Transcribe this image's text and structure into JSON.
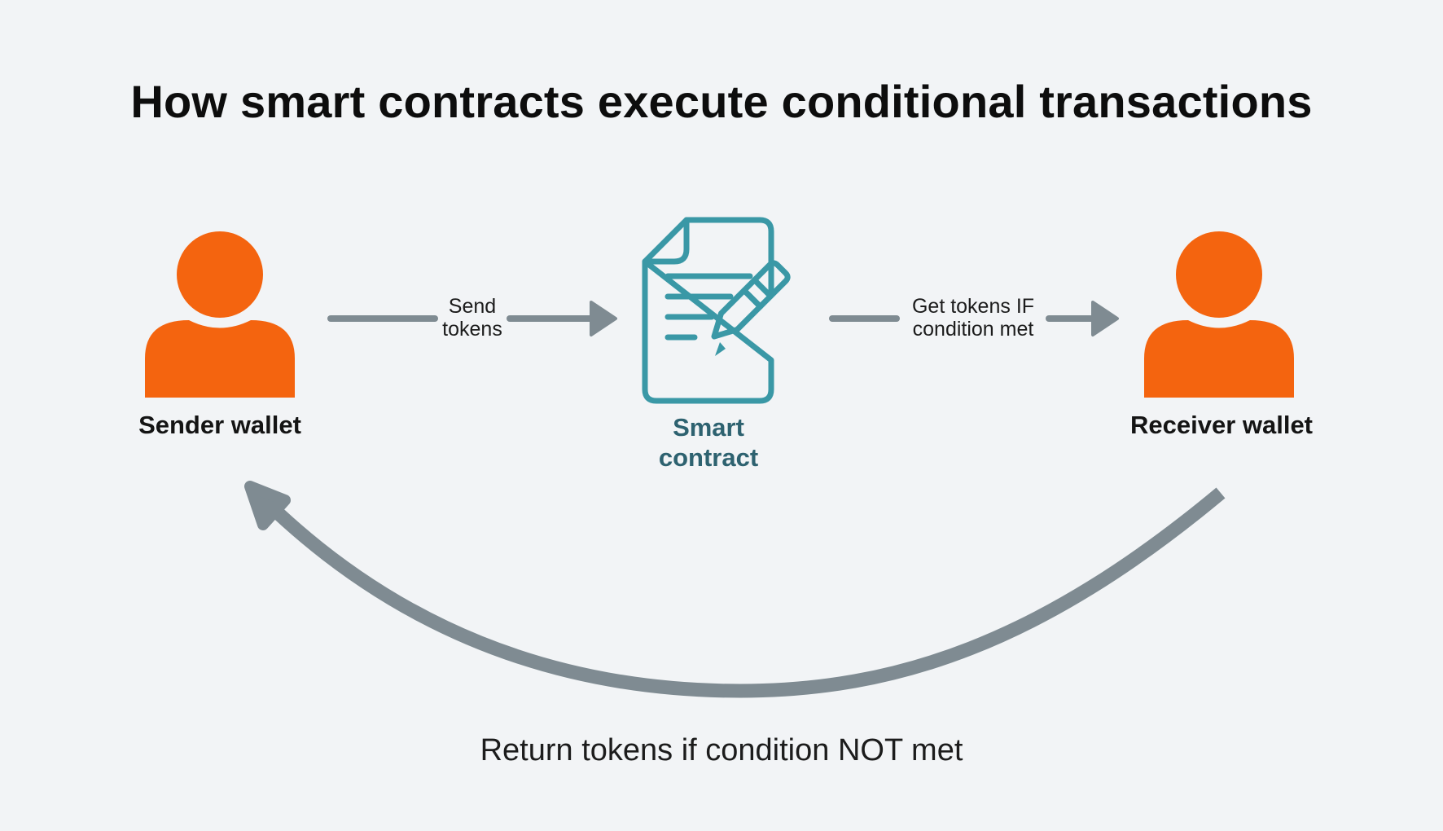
{
  "title": "How smart contracts execute conditional transactions",
  "nodes": {
    "sender": {
      "label": "Sender wallet",
      "icon": "person-icon",
      "color": "#f4640f"
    },
    "contract": {
      "label_line1": "Smart",
      "label_line2": "contract",
      "icon": "document-with-pen-icon",
      "color": "#3a98a6"
    },
    "receiver": {
      "label": "Receiver wallet",
      "icon": "person-icon",
      "color": "#f4640f"
    }
  },
  "edges": {
    "send": {
      "line1": "Send",
      "line2": "tokens"
    },
    "get": {
      "line1": "Get tokens IF",
      "line2": "condition met"
    },
    "return": {
      "label": "Return tokens if condition NOT met"
    }
  },
  "colors": {
    "background": "#f2f4f6",
    "arrow": "#7f8b92"
  }
}
